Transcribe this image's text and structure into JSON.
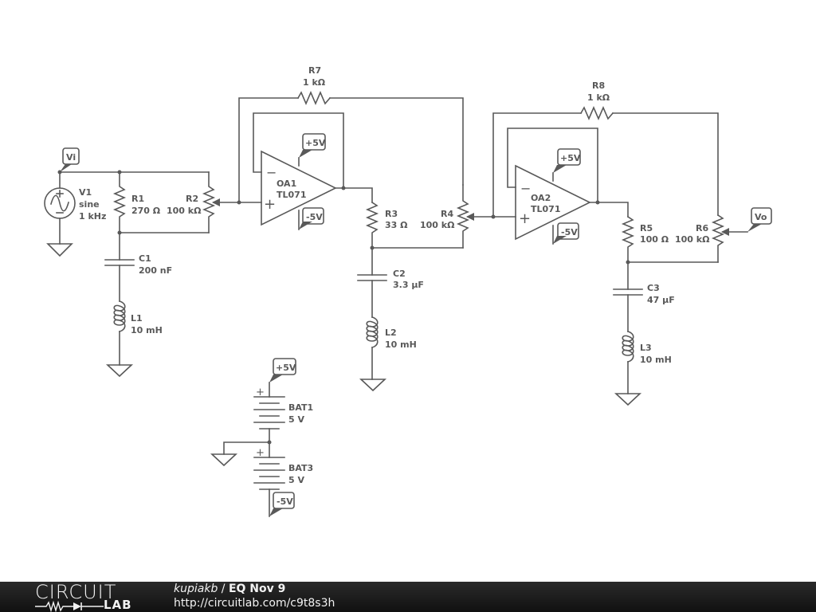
{
  "components": {
    "V1": {
      "name": "V1",
      "line1": "sine",
      "line2": "1 kHz"
    },
    "R1": {
      "name": "R1",
      "value": "270 Ω"
    },
    "R2": {
      "name": "R2",
      "value": "100 kΩ"
    },
    "R3": {
      "name": "R3",
      "value": "33 Ω"
    },
    "R4": {
      "name": "R4",
      "value": "100 kΩ"
    },
    "R5": {
      "name": "R5",
      "value": "100 Ω"
    },
    "R6": {
      "name": "R6",
      "value": "100 kΩ"
    },
    "R7": {
      "name": "R7",
      "value": "1 kΩ"
    },
    "R8": {
      "name": "R8",
      "value": "1 kΩ"
    },
    "C1": {
      "name": "C1",
      "value": "200 nF"
    },
    "C2": {
      "name": "C2",
      "value": "3.3 µF"
    },
    "C3": {
      "name": "C3",
      "value": "47 µF"
    },
    "L1": {
      "name": "L1",
      "value": "10 mH"
    },
    "L2": {
      "name": "L2",
      "value": "10 mH"
    },
    "L3": {
      "name": "L3",
      "value": "10 mH"
    },
    "OA1": {
      "name": "OA1",
      "part": "TL071"
    },
    "OA2": {
      "name": "OA2",
      "part": "TL071"
    },
    "BAT1": {
      "name": "BAT1",
      "value": "5 V"
    },
    "BAT3": {
      "name": "BAT3",
      "value": "5 V"
    }
  },
  "nets": {
    "vi": "Vi",
    "vo": "Vo",
    "pos": "+5V",
    "neg": "-5V"
  },
  "symbols": {
    "minus": "−",
    "plus": "+"
  },
  "footer": {
    "logo_top": "CIRCUIT",
    "logo_bottom": "LAB",
    "user": "kupiakb",
    "separator": " / ",
    "title": "EQ Nov 9",
    "url": "http://circuitlab.com/c9t8s3h"
  }
}
